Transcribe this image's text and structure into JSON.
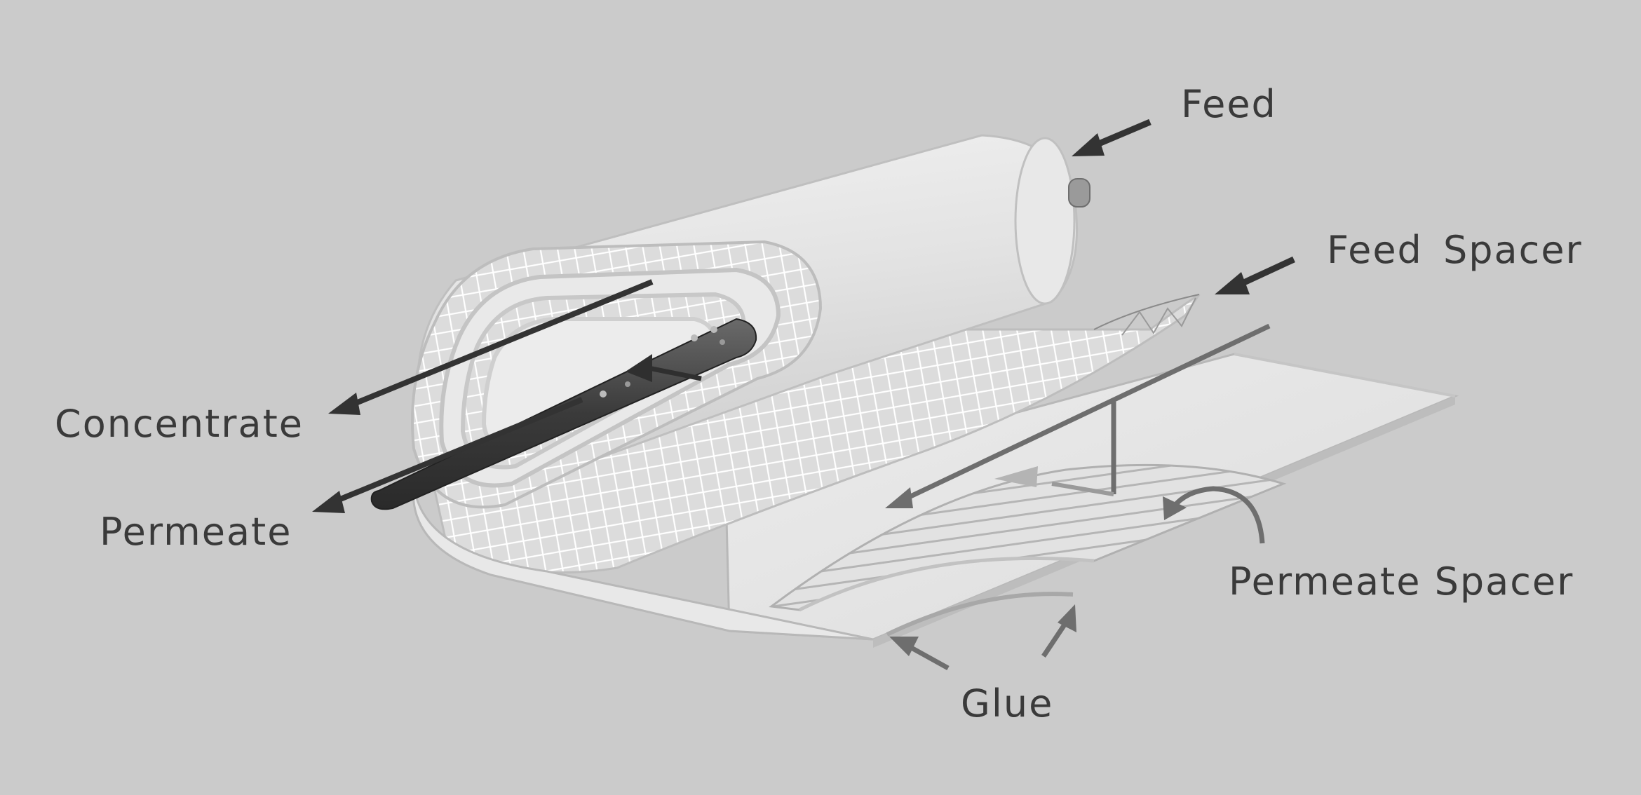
{
  "labels": {
    "feed": "Feed",
    "feed_spacer": "Feed  Spacer",
    "concentrate": "Concentrate",
    "permeate": "Permeate",
    "permeate_spacer": "Permeate Spacer",
    "glue": "Glue"
  },
  "colors": {
    "background": "#cbcbcb",
    "label_text": "#3a3a3a",
    "arrow_dark": "#333333",
    "arrow_light": "#6e6e6e",
    "membrane": "#e6e6e6",
    "mesh": "#d8d8d8",
    "tube": "#3c3c3c"
  }
}
